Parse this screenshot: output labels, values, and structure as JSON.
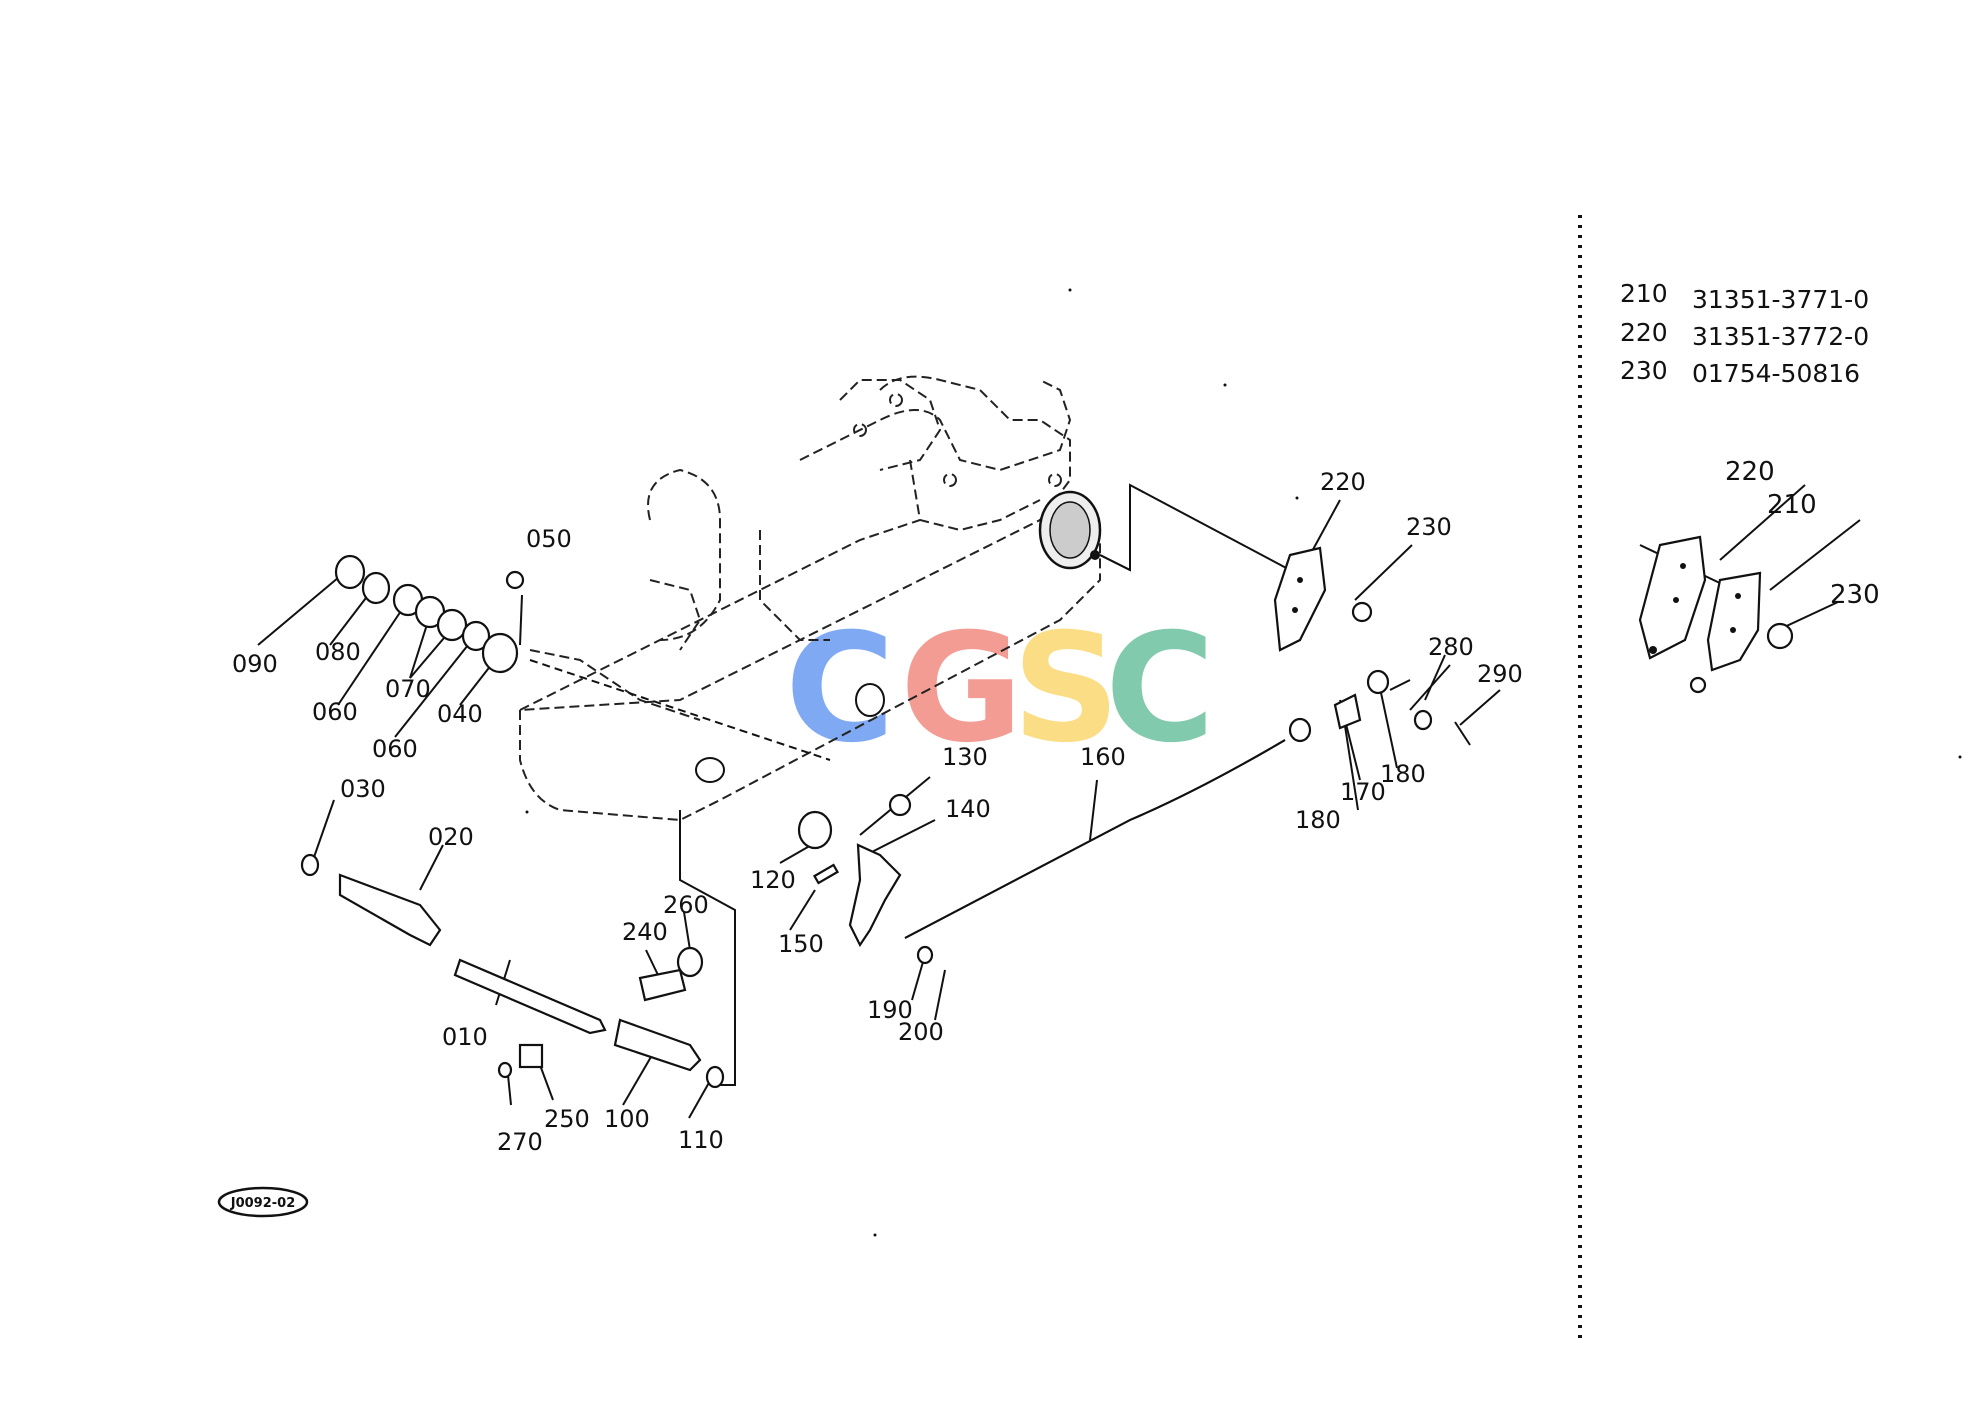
{
  "diagram_code": "J0092-02",
  "watermark": {
    "letters": [
      {
        "char": "C",
        "color": "#6b9bf2"
      },
      {
        "char": "G",
        "color": "#f28b82"
      },
      {
        "char": "S",
        "color": "#fbd870"
      },
      {
        "char": "C",
        "color": "#6cc1a0"
      }
    ]
  },
  "callouts": [
    {
      "id": "090",
      "text": "090"
    },
    {
      "id": "080",
      "text": "080"
    },
    {
      "id": "060a",
      "text": "060"
    },
    {
      "id": "070",
      "text": "070"
    },
    {
      "id": "060b",
      "text": "060"
    },
    {
      "id": "040",
      "text": "040"
    },
    {
      "id": "050",
      "text": "050"
    },
    {
      "id": "030",
      "text": "030"
    },
    {
      "id": "020",
      "text": "020"
    },
    {
      "id": "010",
      "text": "010"
    },
    {
      "id": "270",
      "text": "270"
    },
    {
      "id": "250",
      "text": "250"
    },
    {
      "id": "100",
      "text": "100"
    },
    {
      "id": "110",
      "text": "110"
    },
    {
      "id": "240",
      "text": "240"
    },
    {
      "id": "260",
      "text": "260"
    },
    {
      "id": "120",
      "text": "120"
    },
    {
      "id": "130",
      "text": "130"
    },
    {
      "id": "140",
      "text": "140"
    },
    {
      "id": "150",
      "text": "150"
    },
    {
      "id": "160",
      "text": "160"
    },
    {
      "id": "190",
      "text": "190"
    },
    {
      "id": "200",
      "text": "200"
    },
    {
      "id": "220",
      "text": "220"
    },
    {
      "id": "230",
      "text": "230"
    },
    {
      "id": "280",
      "text": "280"
    },
    {
      "id": "290",
      "text": "290"
    },
    {
      "id": "170",
      "text": "170"
    },
    {
      "id": "180a",
      "text": "180"
    },
    {
      "id": "180b",
      "text": "180"
    }
  ],
  "inset": {
    "parts_table": [
      {
        "ref": "210",
        "part_no": "31351-3771-0"
      },
      {
        "ref": "220",
        "part_no": "31351-3772-0"
      },
      {
        "ref": "230",
        "part_no": "01754-50816"
      }
    ],
    "callouts": [
      {
        "id": "i220",
        "text": "220"
      },
      {
        "id": "i210",
        "text": "210"
      },
      {
        "id": "i230",
        "text": "230"
      }
    ]
  }
}
